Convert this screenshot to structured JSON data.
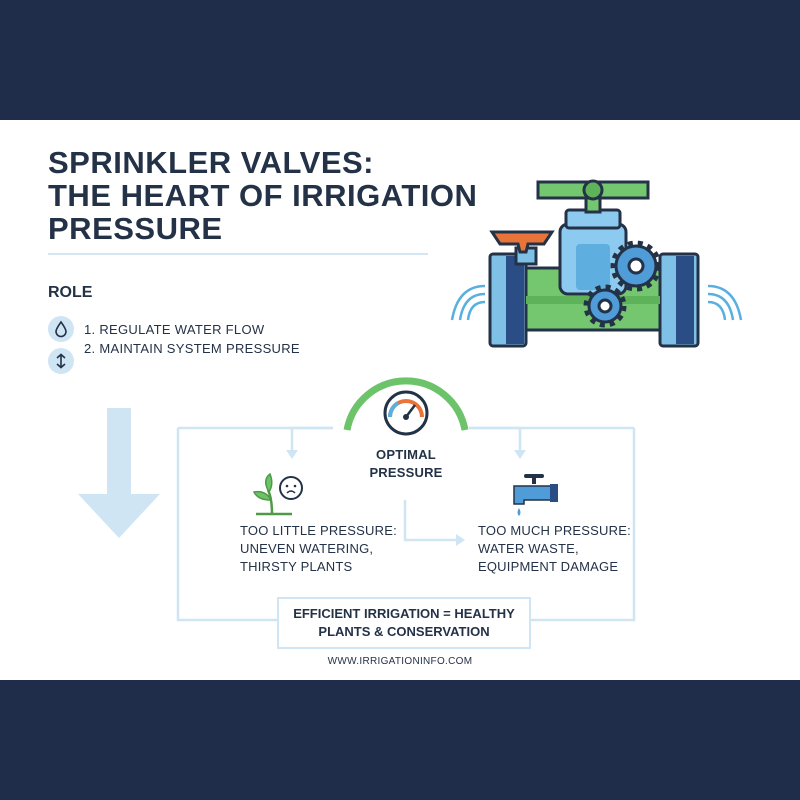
{
  "title_lines": [
    "SPRINKLER VALVES:",
    "THE HEART OF IRRIGATION",
    "PRESSURE"
  ],
  "role": {
    "heading": "ROLE",
    "items": [
      {
        "text": "1. REGULATE WATER FLOW",
        "icon": "water-drop-icon"
      },
      {
        "text": "2. MAINTAIN SYSTEM PRESSURE",
        "icon": "up-down-arrows-icon"
      }
    ]
  },
  "optimal": {
    "lines": [
      "OPTIMAL",
      "PRESSURE"
    ],
    "icon": "pressure-gauge-icon"
  },
  "too_little": {
    "lines": [
      "TOO LITTLE PRESSURE:",
      "UNEVEN WATERING,",
      "THIRSTY PLANTS"
    ],
    "icon": "wilted-plant-icon"
  },
  "too_much": {
    "lines": [
      "TOO MUCH PRESSURE:",
      "WATER WASTE,",
      "EQUIPMENT DAMAGE"
    ],
    "icon": "faucet-icon"
  },
  "summary": {
    "lines": [
      "EFFICIENT IRRIGATION = HEALTHY",
      "PLANTS & CONSERVATION"
    ]
  },
  "url": "WWW.IRRIGATIONINFO.COM",
  "colors": {
    "navy": "#1f2d4a",
    "light_blue": "#cfe5f4",
    "accent_blue": "#58b0de",
    "green": "#6cc36a",
    "orange": "#e9743a"
  }
}
